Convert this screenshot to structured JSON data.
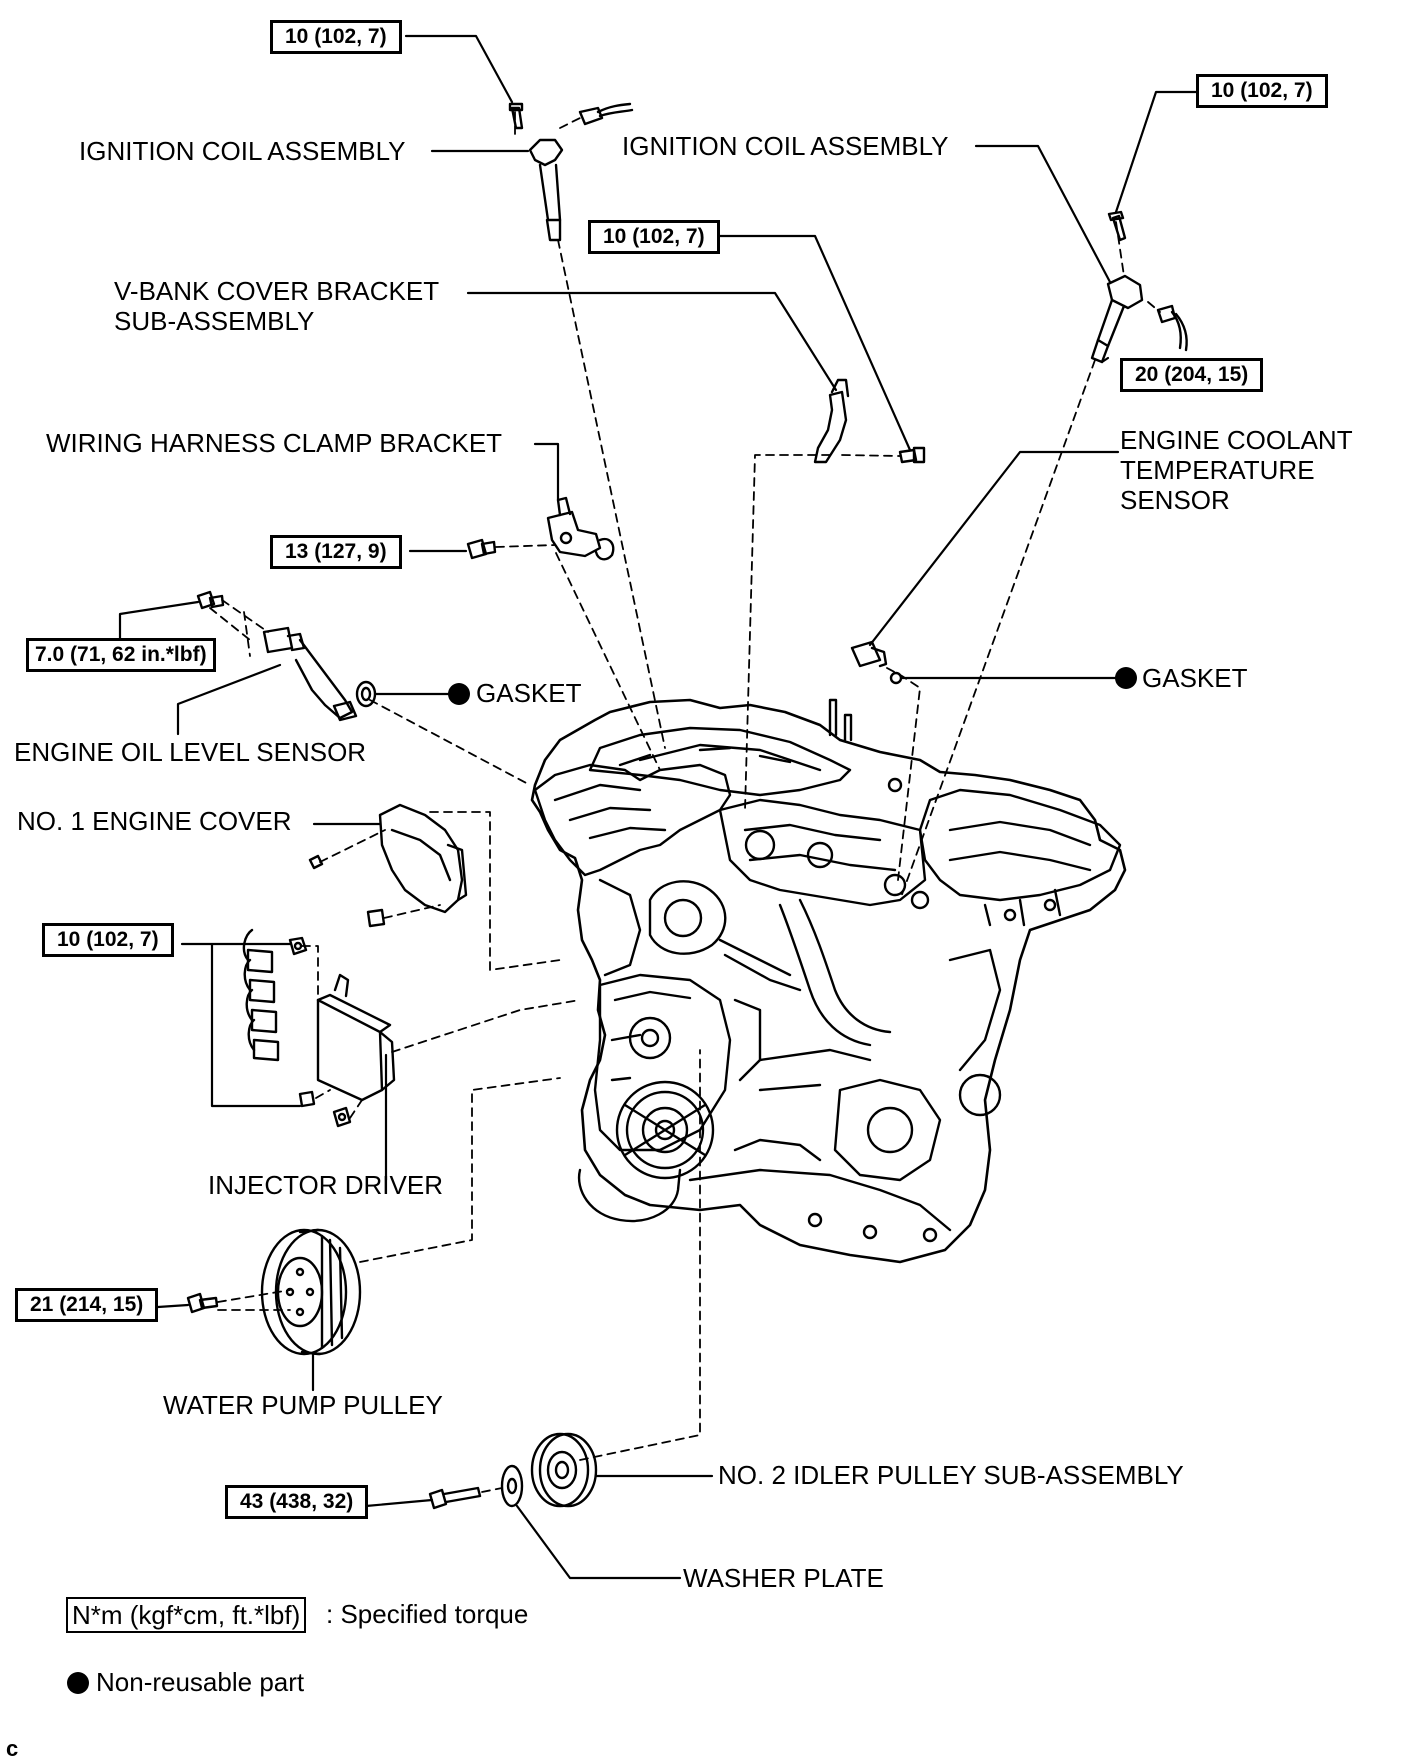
{
  "labels": {
    "ignition_coil_left": "IGNITION COIL ASSEMBLY",
    "ignition_coil_right": "IGNITION COIL ASSEMBLY",
    "vbank_cover_bracket": "V-BANK COVER BRACKET\nSUB-ASSEMBLY",
    "wiring_harness_clamp_bracket": "WIRING HARNESS CLAMP BRACKET",
    "engine_coolant_temp_sensor": "ENGINE COOLANT\nTEMPERATURE\nSENSOR",
    "gasket_left": "GASKET",
    "gasket_right": "GASKET",
    "engine_oil_level_sensor": "ENGINE OIL LEVEL SENSOR",
    "no1_engine_cover": "NO. 1 ENGINE COVER",
    "injector_driver": "INJECTOR DRIVER",
    "water_pump_pulley": "WATER PUMP PULLEY",
    "no2_idler_pulley": "NO. 2 IDLER PULLEY SUB-ASSEMBLY",
    "washer_plate": "WASHER PLATE"
  },
  "torques": {
    "coil_left": "10 (102, 7)",
    "coil_right": "10 (102, 7)",
    "vbank_bracket": "10 (102, 7)",
    "coolant_sensor": "20 (204, 15)",
    "harness_bracket": "13 (127, 9)",
    "oil_level_sensor": "7.0 (71, 62 in.*lbf)",
    "injector_driver": "10 (102, 7)",
    "water_pump_pulley": "21 (214, 15)",
    "idler_pulley": "43 (438, 32)"
  },
  "legend": {
    "torque_box": "N*m (kgf*cm, ft.*lbf)",
    "torque_desc": ": Specified torque",
    "nonreusable": "Non-reusable part"
  },
  "corner_code": "c"
}
